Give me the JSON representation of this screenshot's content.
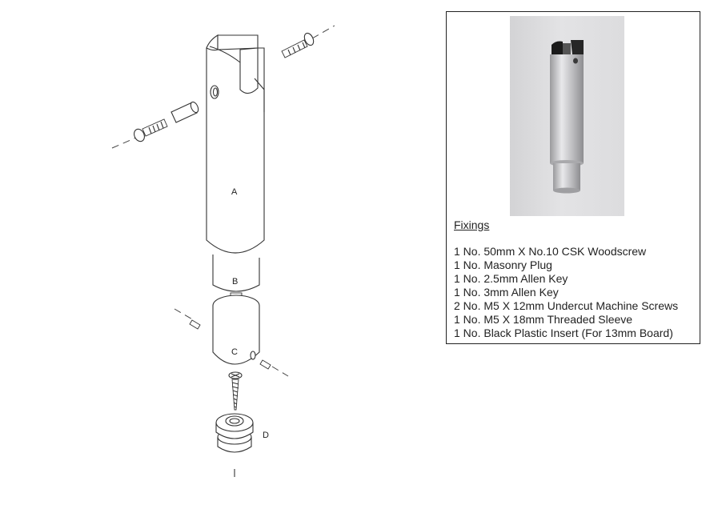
{
  "diagram": {
    "labels": {
      "a": "A",
      "b": "B",
      "c": "C",
      "d": "D"
    }
  },
  "fixings": {
    "heading": "Fixings",
    "items": [
      "1 No. 50mm X No.10 CSK Woodscrew",
      "1 No. Masonry Plug",
      "1 No. 2.5mm Allen Key",
      "1 No. 3mm Allen Key",
      "2 No. M5 X 12mm Undercut Machine Screws",
      "1 No. M5 X 18mm Threaded Sleeve",
      "1 No. Black Plastic Insert (For 13mm Board)"
    ]
  }
}
